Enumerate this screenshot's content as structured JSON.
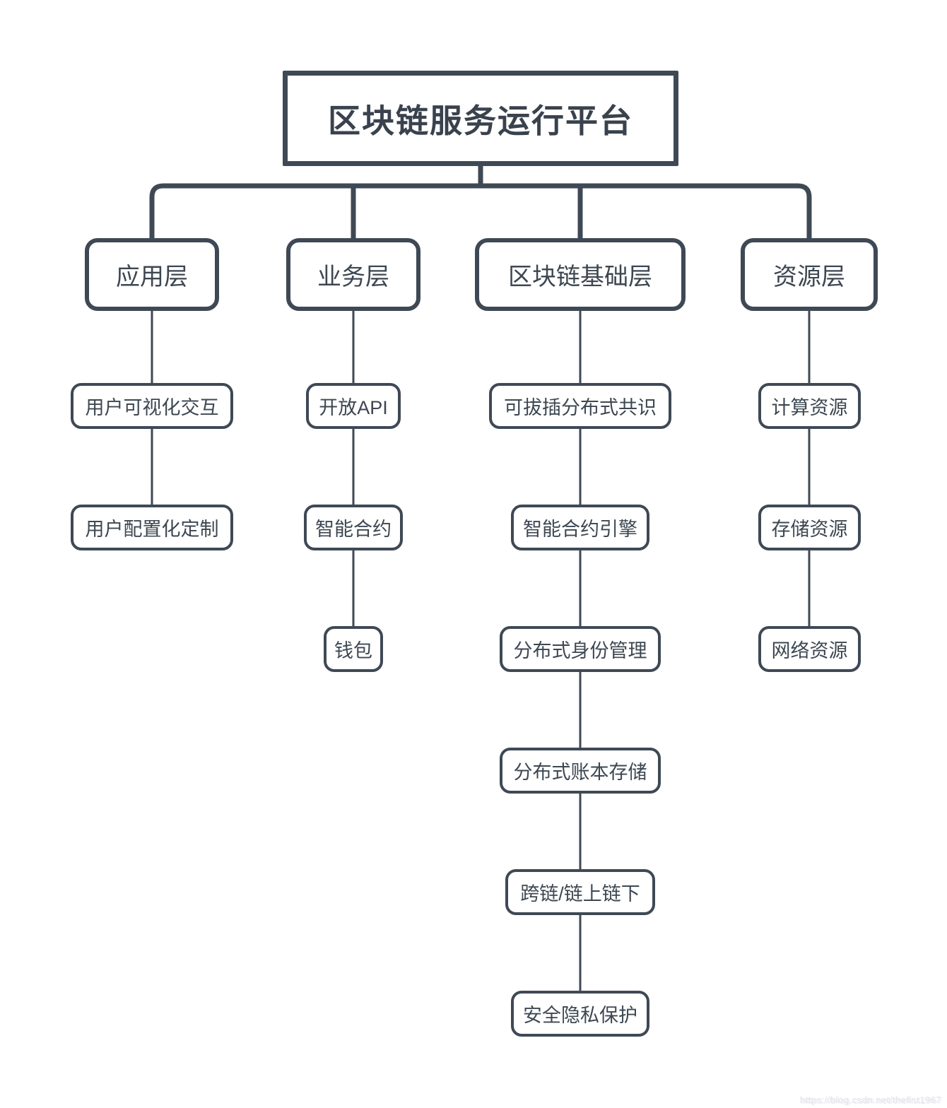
{
  "root": {
    "label": "区块链服务运行平台"
  },
  "columns": [
    {
      "header": {
        "label": "应用层"
      },
      "children": [
        {
          "label": "用户可视化交互"
        },
        {
          "label": "用户配置化定制"
        }
      ]
    },
    {
      "header": {
        "label": "业务层"
      },
      "children": [
        {
          "label": "开放API"
        },
        {
          "label": "智能合约"
        },
        {
          "label": "钱包"
        }
      ]
    },
    {
      "header": {
        "label": "区块链基础层"
      },
      "children": [
        {
          "label": "可拔插分布式共识"
        },
        {
          "label": "智能合约引擎"
        },
        {
          "label": "分布式身份管理"
        },
        {
          "label": "分布式账本存储"
        },
        {
          "label": "跨链/链上链下"
        },
        {
          "label": "安全隐私保护"
        }
      ]
    },
    {
      "header": {
        "label": "资源层"
      },
      "children": [
        {
          "label": "计算资源"
        },
        {
          "label": "存储资源"
        },
        {
          "label": "网络资源"
        }
      ]
    }
  ],
  "watermark": {
    "text": "https://blog.csdn.net/thefist1967"
  },
  "colors": {
    "line": "#3f4955",
    "text": "#3d4751",
    "background": "#ffffff"
  }
}
